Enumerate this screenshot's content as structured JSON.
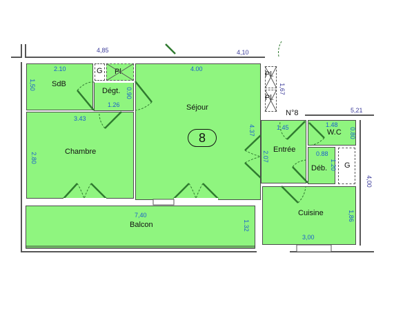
{
  "plan": {
    "unit_number": "8",
    "unit_label": "N°8",
    "exterior_dimensions": {
      "top_left": "4,85",
      "top_right": "4,10",
      "right_top": "5,21",
      "right_side": "4,00",
      "pl_column": "1,67"
    },
    "rooms": [
      {
        "id": "sdb",
        "name": "SdB",
        "width": "2.10",
        "height": "1,50"
      },
      {
        "id": "degt",
        "name": "Dégt.",
        "width": "1.26",
        "height": "0.90"
      },
      {
        "id": "sejour",
        "name": "Séjour",
        "width": "4.00",
        "height": "4.37"
      },
      {
        "id": "chambre",
        "name": "Chambre",
        "width": "3.43",
        "height": "2.80"
      },
      {
        "id": "balcon",
        "name": "Balcon",
        "width": "7,40",
        "height": "1.32"
      },
      {
        "id": "entree",
        "name": "Entrée",
        "width": "1.45",
        "height": "2.07"
      },
      {
        "id": "wc",
        "name": "W.C",
        "width": "1.48",
        "height": "0.80"
      },
      {
        "id": "deb",
        "name": "Déb.",
        "width": "0.88",
        "height": "1.20"
      },
      {
        "id": "cuisine",
        "name": "Cuisine",
        "width": "3,00",
        "height": "1,86"
      }
    ],
    "closets": [
      {
        "id": "g1",
        "label": "G"
      },
      {
        "id": "pl1",
        "label": "Pl."
      },
      {
        "id": "pl2",
        "label": "Pl."
      },
      {
        "id": "pl3",
        "label": "Pl."
      },
      {
        "id": "g2",
        "label": "G"
      }
    ],
    "colors": {
      "room_fill": "#8ff57f",
      "wall": "#4a4a4a",
      "dimension_text": "#1a5fcc",
      "door_swing": "#2f7a2f"
    }
  }
}
